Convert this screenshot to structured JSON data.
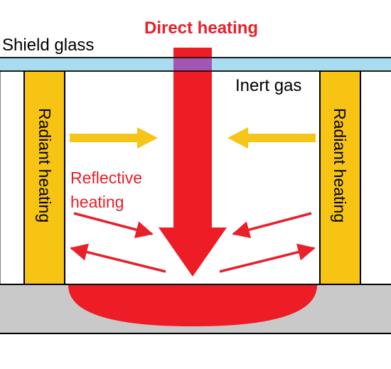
{
  "labels": {
    "title": "Direct heating",
    "shield": "Shield glass",
    "inert_gas": "Inert gas",
    "reflective_line1": "Reflective",
    "reflective_line2": "heating",
    "radiant_left": "Radiant heating",
    "radiant_right": "Radiant heating"
  },
  "colors": {
    "glass": "#a8dcee",
    "glass_overlap": "#a256b4",
    "heater": "#f7c414",
    "direct_arrow": "#ee1c25",
    "reflect_arrow": "#e8202a",
    "radiant_arrow": "#f5c518",
    "base": "#c9c9c9",
    "melt_pool": "#ee1c25",
    "outline": "#000000"
  }
}
